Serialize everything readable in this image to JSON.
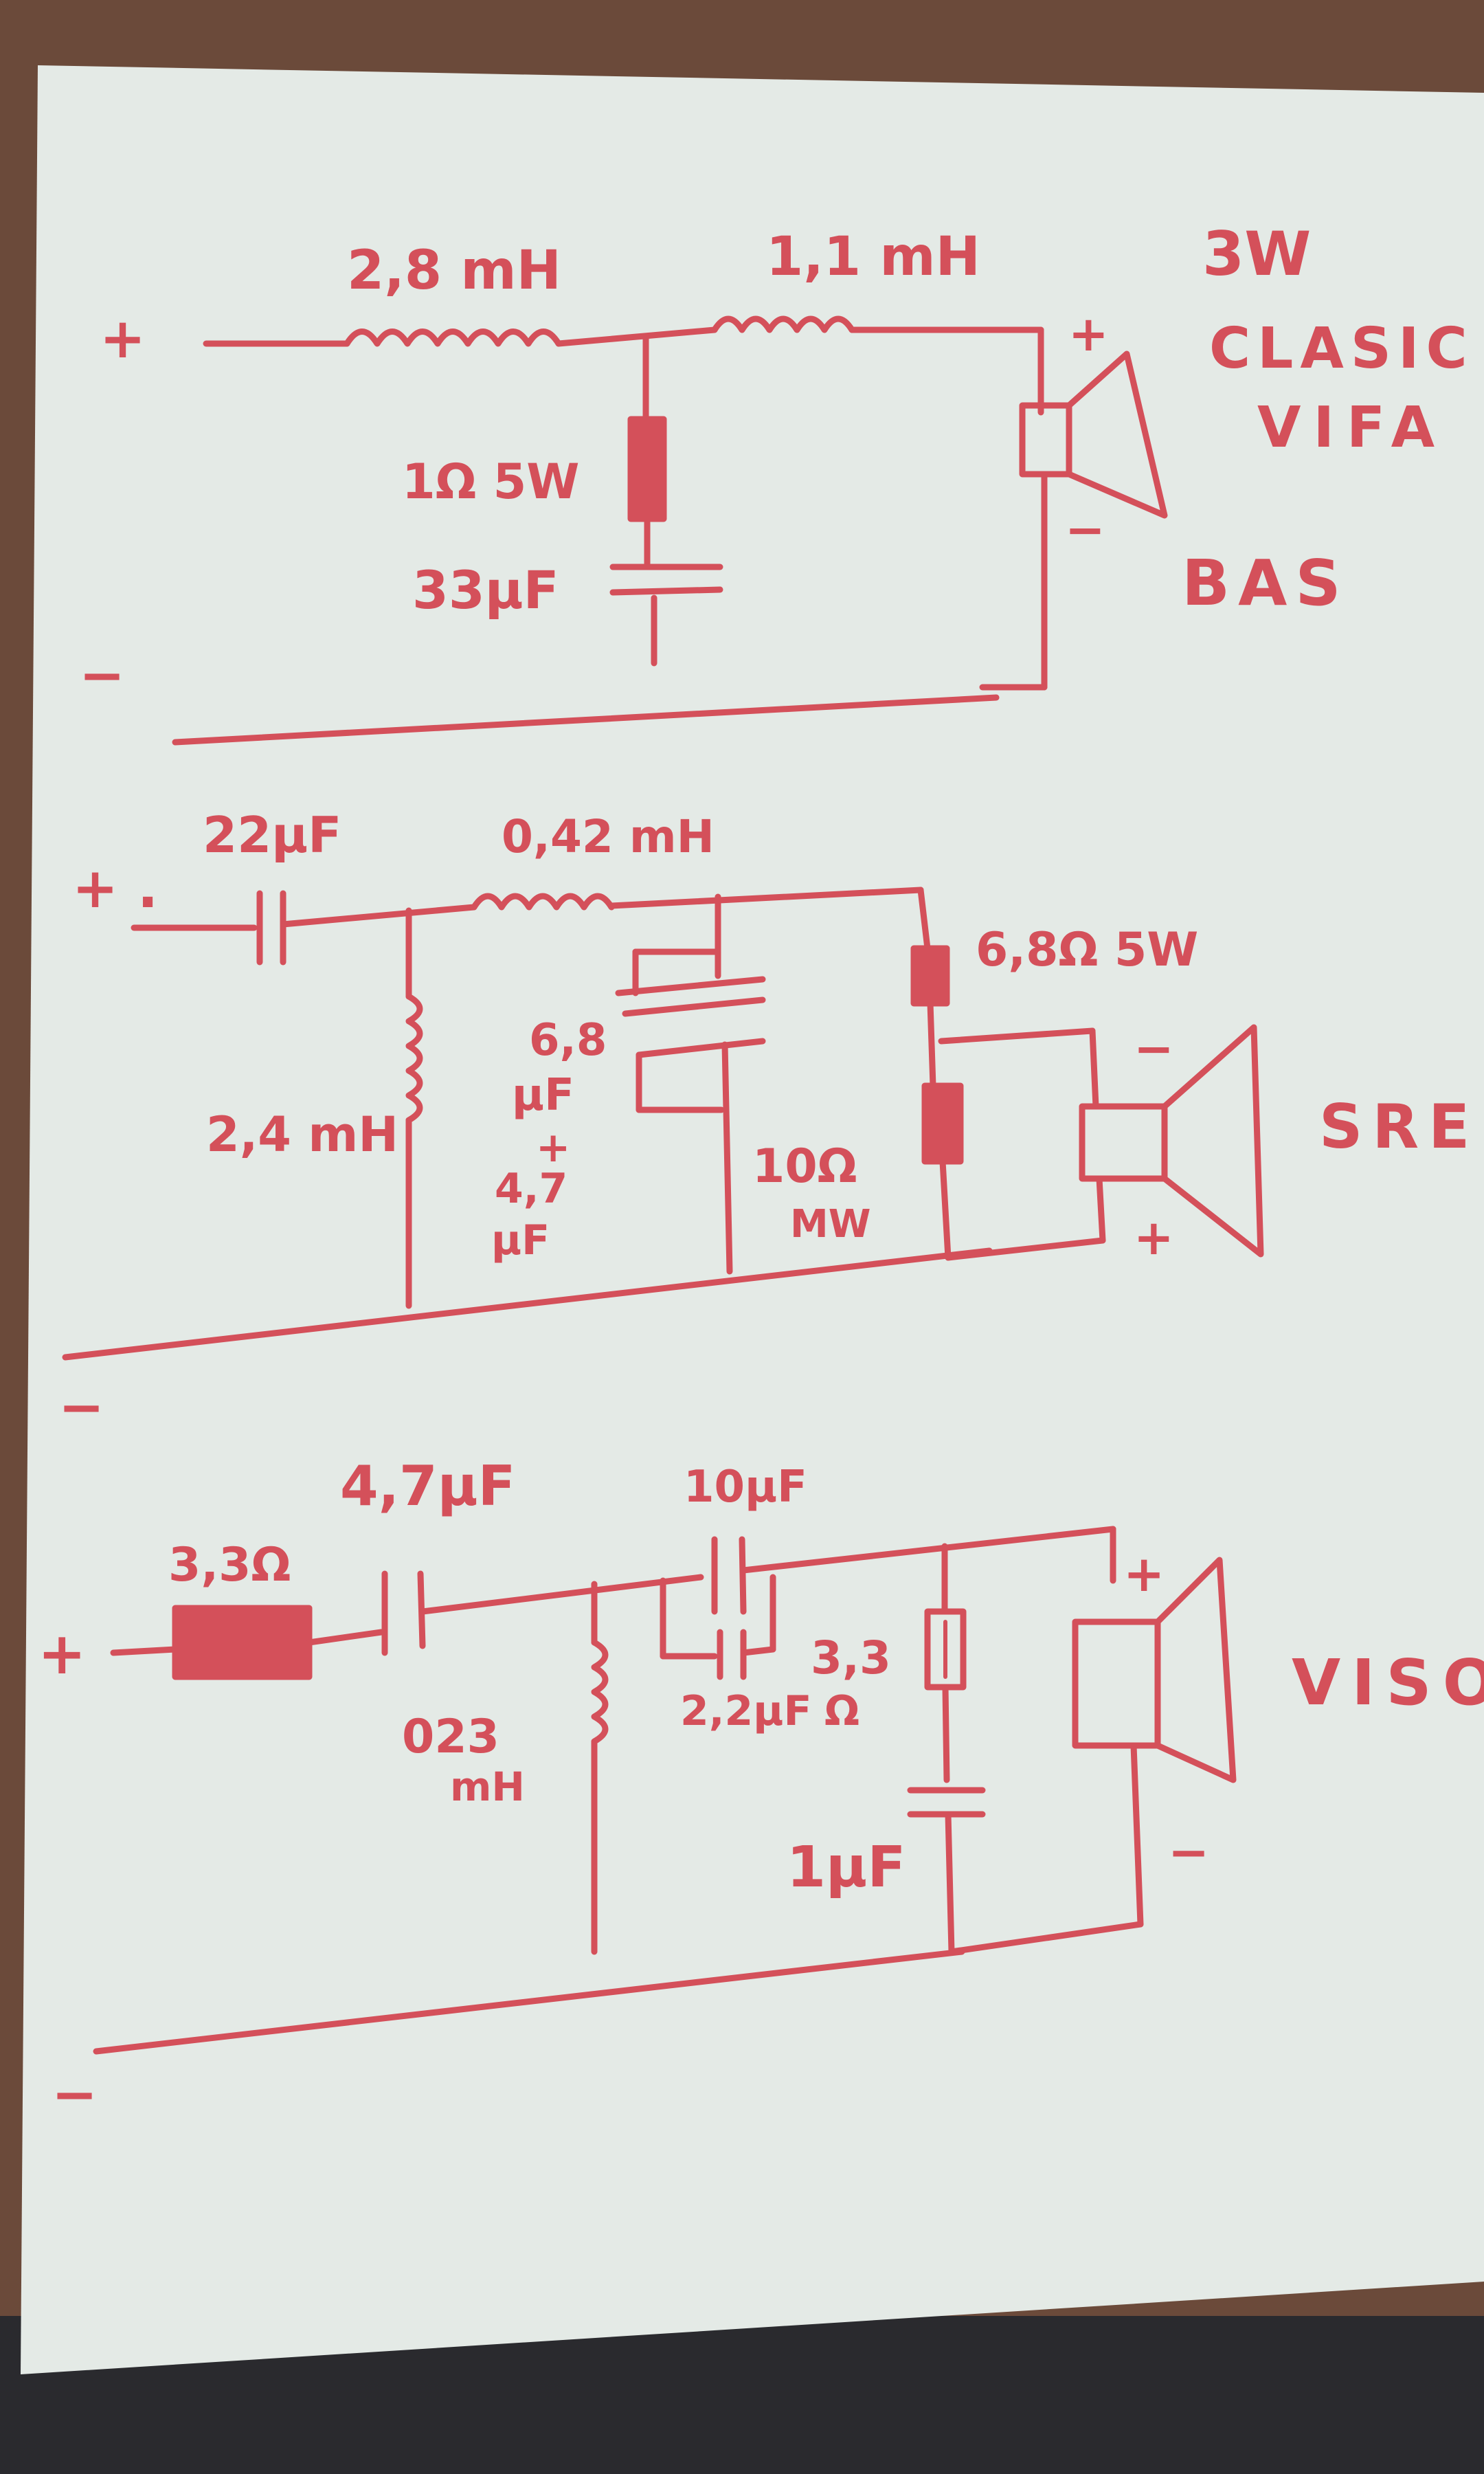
{
  "colors": {
    "ink": "#d4505a",
    "paper": "#e4eae6",
    "wood": "#6b4a3a",
    "dark_edge": "#2a2a2e"
  },
  "bass": {
    "plus": "+",
    "minus": "−",
    "l1": "2,8 mH",
    "l2": "1,1 mH",
    "r_label": "1Ω 5W",
    "c_label": "33μF",
    "spk_plus": "+",
    "spk_minus": "−",
    "note1": "3W",
    "note2": "CLASIC",
    "note3": "VIFA",
    "name": "BAS"
  },
  "mid": {
    "plus": "+ .",
    "minus": "−",
    "c1": "22μF",
    "l1": "0,42 mH",
    "l2": "2,4 mH",
    "c2_a": "6,8",
    "c2_b": "μF",
    "c2_plus": "+",
    "c2_c": "4,7",
    "c2_d": "μF",
    "r1_a": "10Ω",
    "r1_b": "MW",
    "r2": "6,8Ω 5W",
    "spk_plus": "+",
    "spk_minus": "−",
    "name": "SRED"
  },
  "high": {
    "plus": "+",
    "minus": "−",
    "r1": "3,3Ω",
    "c1": "4,7μF",
    "c2": "10μF",
    "c3": "2,2μF",
    "r2_a": "3,3",
    "r2_b": "Ω",
    "l1_a": "023",
    "l1_b": "mH",
    "c4": "1μF",
    "spk_plus": "+",
    "spk_minus": "−",
    "name": "VISO"
  }
}
